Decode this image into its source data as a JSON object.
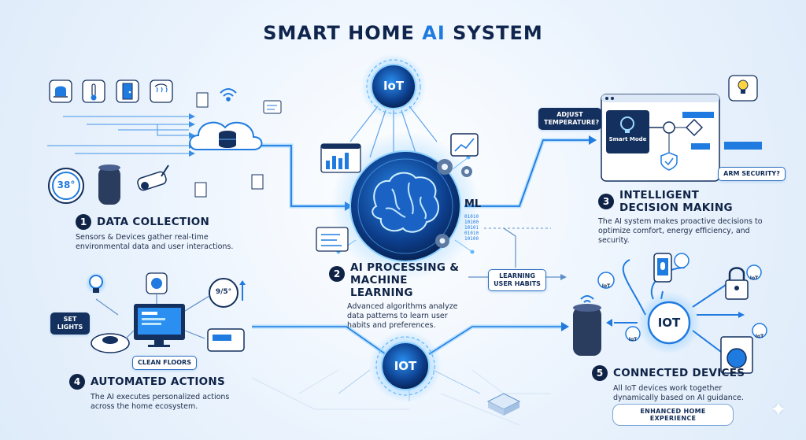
{
  "title": {
    "main": "SMART HOME ",
    "accent": "AI",
    "tail": " SYSTEM"
  },
  "steps": [
    {
      "number": "1",
      "heading": "DATA COLLECTION",
      "desc": "Sensors & Devices gather real-time environmental data and user interactions."
    },
    {
      "number": "2",
      "heading_line1": "AI PROCESSING &",
      "heading_line2": "MACHINE LEARNING",
      "desc": "Advanced algorithms analyze data patterns to learn user habits and preferences."
    },
    {
      "number": "3",
      "heading_line1": "INTELLIGENT",
      "heading_line2": "DECISION MAKING",
      "desc": "The AI system makes proactive decisions to optimize comfort, energy efficiency, and security."
    },
    {
      "number": "4",
      "heading": "AUTOMATED ACTIONS",
      "desc": "The AI executes personalized actions across the home ecosystem."
    },
    {
      "number": "5",
      "heading": "CONNECTED DEVICES",
      "desc": "All IoT devices work together dynamically based on AI guidance."
    }
  ],
  "hub_labels": {
    "top": "IoT",
    "bottom": "IOT",
    "connected": "IOT",
    "ml": "ML"
  },
  "callouts": {
    "adjust_temperature": "ADJUST TEMPERATURE?",
    "smart_mode": "Smart Mode",
    "arm_security": "ARM SECURITY?",
    "learning_habits": "LEARNING USER HABITS",
    "set_lights": "SET LIGHTS",
    "clean_floors": "CLEAN FLOORS",
    "enhanced": "ENHANCED HOME EXPERIENCE"
  },
  "device_readouts": {
    "thermostat": "38°",
    "dial": "9/5°",
    "binary": "01010 10100 10101 01010 10100"
  },
  "small_iot": [
    "IoT",
    "IoT",
    "IoT",
    "IoT"
  ],
  "colors": {
    "accent": "#1f7be0",
    "navy": "#0f2346",
    "glow": "#5fb8ff"
  },
  "icons": [
    "alarm-icon",
    "thermometer-icon",
    "door-icon",
    "heat-icon",
    "wifi-icon",
    "cloud-database-icon",
    "camera-icon",
    "smart-speaker-icon",
    "brain-icon",
    "gear-icon",
    "chart-icon",
    "lightbulb-icon",
    "shield-icon",
    "lock-icon",
    "phone-icon",
    "washer-icon",
    "robot-vacuum-icon",
    "monitor-icon",
    "dial-icon"
  ]
}
